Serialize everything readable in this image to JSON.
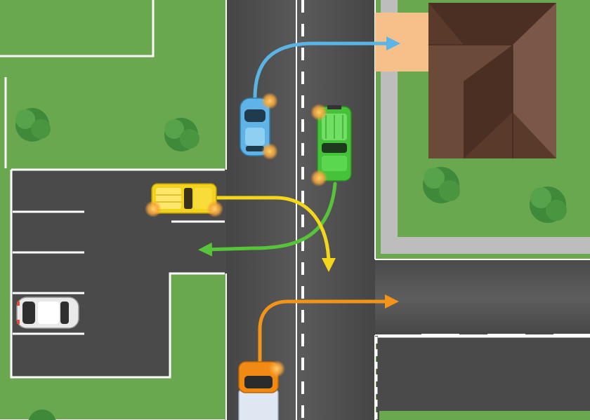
{
  "scene": {
    "description_visible_text": "",
    "colors": {
      "grass": "#6aa84f",
      "road": "#4a4a4a",
      "road_light": "#5a5a5a",
      "line": "#ffffff",
      "sidewalk": "#bdbdbd",
      "curb": "#e0e0e0",
      "roof_dark": "#4b2f22",
      "roof_mid": "#6b4a3a",
      "porch": "#f6c08a",
      "tree": "#3f8a3a",
      "tree_light": "#57a34c"
    }
  },
  "vehicles": [
    {
      "id": "blue-car",
      "color": "#5fb3e6",
      "label": ""
    },
    {
      "id": "green-pickup",
      "color": "#46c23a",
      "label": ""
    },
    {
      "id": "yellow-pickup",
      "color": "#f2d21c",
      "label": ""
    },
    {
      "id": "orange-truck",
      "color": "#f08a12",
      "label": ""
    },
    {
      "id": "white-car",
      "color": "#e9e9e9",
      "label": ""
    }
  ],
  "paths": [
    {
      "id": "blue-path",
      "color": "#5ab4e5"
    },
    {
      "id": "green-path",
      "color": "#58c43a"
    },
    {
      "id": "yellow-path",
      "color": "#f4d61a"
    },
    {
      "id": "orange-path",
      "color": "#f39418"
    }
  ]
}
